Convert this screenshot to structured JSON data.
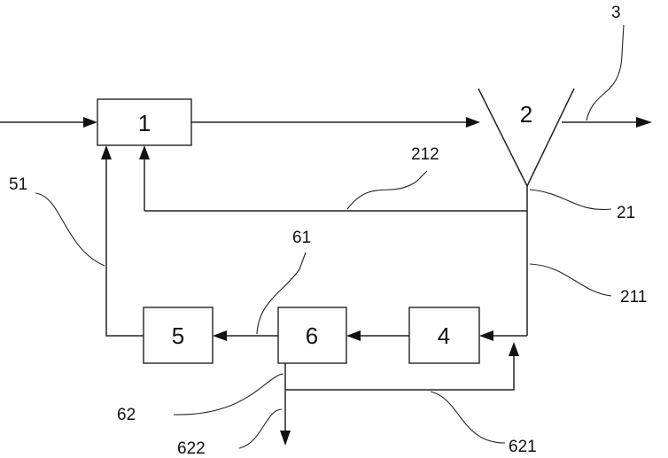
{
  "diagram": {
    "blocks": {
      "b1": "1",
      "b2": "2",
      "b4": "4",
      "b5": "5",
      "b6": "6"
    },
    "references": {
      "r3": "3",
      "r21": "21",
      "r211": "211",
      "r212": "212",
      "r51": "51",
      "r61": "61",
      "r62": "62",
      "r621": "621",
      "r622": "622"
    }
  }
}
